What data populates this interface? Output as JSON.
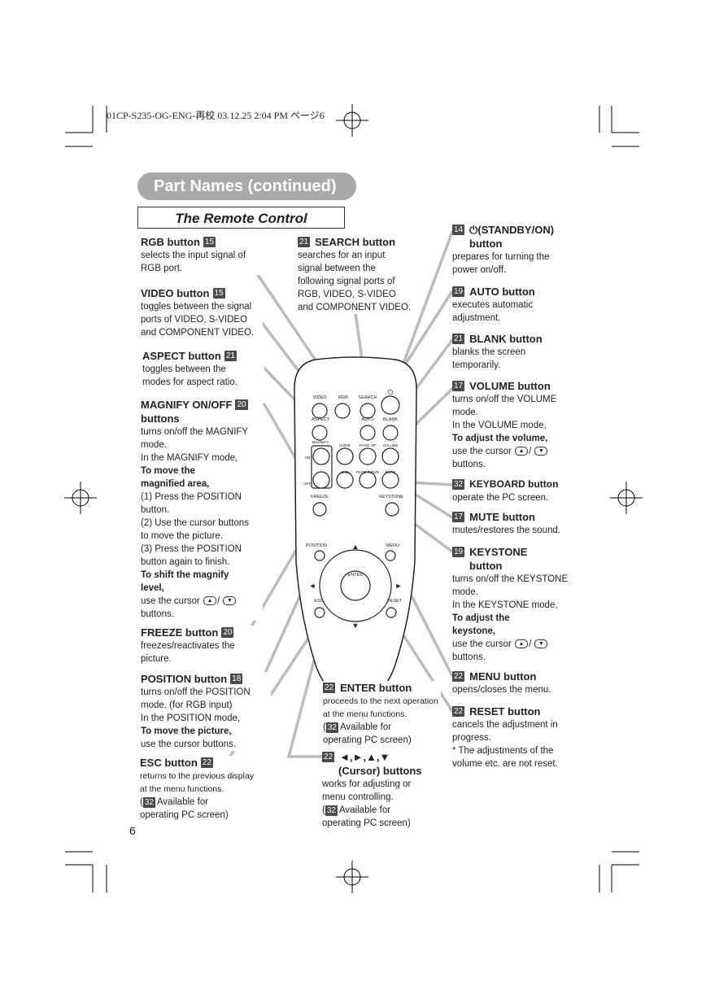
{
  "header": {
    "print_info": "01CP-S235-OG-ENG-再校  03.12.25  2:04 PM  ページ6"
  },
  "title": "Part Names (continued)",
  "section": "The Remote Control",
  "page_number": "6",
  "left": {
    "rgb": {
      "badge": "15",
      "title": "RGB button",
      "desc": [
        "selects the input signal of",
        "RGB port."
      ]
    },
    "video": {
      "badge": "15",
      "title": "VIDEO button",
      "desc": [
        "toggles between the signal",
        "ports of VIDEO, S-VIDEO",
        "and COMPONENT VIDEO."
      ]
    },
    "aspect": {
      "badge": "21",
      "title": "ASPECT button",
      "desc": [
        "toggles between the",
        "modes for aspect ratio."
      ]
    },
    "magnify": {
      "badge": "20",
      "title1": "MAGNIFY ON/OFF",
      "title2": "buttons",
      "l1": "turns on/off the MAGNIFY",
      "l2": "mode.",
      "l3": "In the MAGNIFY mode,",
      "b1": "To move the",
      "b2": "magnified area,",
      "l4": "(1) Press the POSITION",
      "l5": "button.",
      "l6": "(2) Use the cursor buttons",
      "l7": "to move the picture.",
      "l8": "(3) Press the POSITION",
      "l9": "button again to finish.",
      "b3": "To shift the magnify",
      "b4": "level,",
      "l10": "use the cursor",
      "sep": "/",
      "l11": "buttons."
    },
    "freeze": {
      "badge": "20",
      "title": "FREEZE button",
      "desc": [
        "freezes/reactivates the",
        "picture."
      ]
    },
    "position": {
      "badge": "18",
      "title": "POSITION button",
      "l1": "turns on/off the POSITION",
      "l2": "mode. (for RGB input)",
      "l3": "In the POSITION mode,",
      "b1": "To move the picture,",
      "l4": "use the cursor buttons."
    },
    "esc": {
      "badge": "22",
      "title": "ESC button",
      "l1": "returns to the previous display",
      "l2": "at the menu functions.",
      "open": "(",
      "badge2": "32",
      "l3": "Available for",
      "l4": "operating PC screen)"
    }
  },
  "middle": {
    "search": {
      "badge": "21",
      "title": "SEARCH button",
      "desc": [
        "searches for an input",
        "signal between the",
        "following signal ports of",
        "RGB, VIDEO, S-VIDEO",
        "and COMPONENT VIDEO."
      ]
    },
    "enter": {
      "badge": "22",
      "title": "ENTER button",
      "l1": "proceeds to the next operation",
      "l2": "at the menu functions.",
      "open": "(",
      "badge2": "32",
      "l3": "Available for",
      "l4": "operating PC screen)"
    },
    "cursor": {
      "badge": "22",
      "sym": "◄,►,▲,▼",
      "title": "(Cursor) buttons",
      "l1": "works for adjusting or",
      "l2": "menu controlling.",
      "open": "(",
      "badge2": "32",
      "l3": "Available for",
      "l4": "operating PC screen)"
    }
  },
  "right": {
    "standby": {
      "badge": "14",
      "title1": "⏻(STANDBY/ON)",
      "title2": "button",
      "desc": [
        "prepares for turning the",
        "power on/off."
      ]
    },
    "auto": {
      "badge": "19",
      "title": "AUTO button",
      "desc": [
        "executes automatic",
        "adjustment."
      ]
    },
    "blank": {
      "badge": "21",
      "title": "BLANK button",
      "desc": [
        "blanks the screen",
        "temporarily."
      ]
    },
    "volume": {
      "badge": "17",
      "title": "VOLUME button",
      "l1": "turns on/off the VOLUME",
      "l2": "mode.",
      "l3": "In the VOLUME mode,",
      "b1": "To adjust the volume,",
      "l4": "use the cursor",
      "sep": "/",
      "l5": "buttons."
    },
    "keyboard": {
      "badge": "32",
      "title": "KEYBOARD button",
      "desc": [
        "operate the PC screen."
      ]
    },
    "mute": {
      "badge": "17",
      "title": "MUTE button",
      "desc": [
        "mutes/restores the sound."
      ]
    },
    "keystone": {
      "badge": "19",
      "title1": "KEYSTONE",
      "title2": "button",
      "l1": "turns on/off the KEYSTONE",
      "l2": "mode.",
      "l3": "In the KEYSTONE mode,",
      "b1": "To adjust the",
      "b2": "keystone,",
      "l4": "use the cursor",
      "sep": "/",
      "l5": "buttons."
    },
    "menu": {
      "badge": "22",
      "title": "MENU button",
      "desc": [
        "opens/closes the menu."
      ]
    },
    "reset": {
      "badge": "22",
      "title": "RESET button",
      "desc": [
        "cancels the adjustment in",
        "progress.",
        "* The adjustments of the",
        "volume etc. are not reset."
      ]
    }
  },
  "remote": {
    "video": "VIDEO",
    "rgb": "RGB",
    "search": "SEARCH",
    "power": "⏻",
    "aspect": "ASPECT",
    "auto": "AUTO",
    "blank": "BLANK",
    "magnify": "MAGNIFY",
    "on": "ON",
    "off": "OFF",
    "home": "HOME",
    "pageup": "PAGE UP",
    "volume": "VOLUME",
    "end": "END",
    "pagedown": "PAGE DOWN",
    "mute": "MUTE",
    "freeze": "FREEZE",
    "keystone": "KEYSTONE",
    "position": "POSITION",
    "menu": "MENU",
    "enter": "ENTER",
    "esc": "ESC",
    "reset": "RESET",
    "up": "▲",
    "down": "▼",
    "left": "◄",
    "right": "►"
  }
}
